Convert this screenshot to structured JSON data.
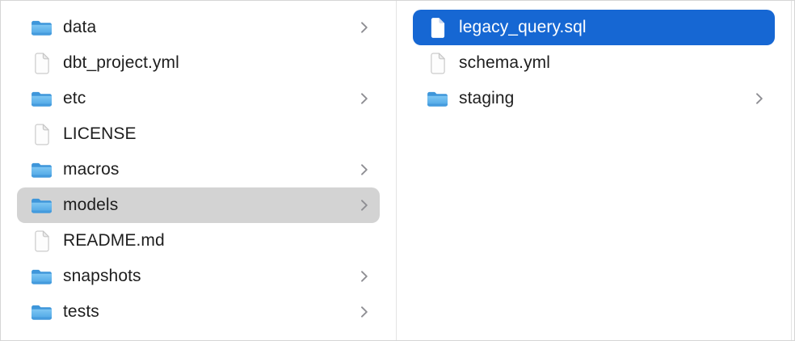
{
  "window": {
    "kind": "file-browser-column-view"
  },
  "columns": [
    {
      "name": "left-column",
      "items": [
        {
          "label": "data",
          "type": "folder",
          "chevron": true,
          "selection": null
        },
        {
          "label": "dbt_project.yml",
          "type": "file",
          "chevron": false,
          "selection": null
        },
        {
          "label": "etc",
          "type": "folder",
          "chevron": true,
          "selection": null
        },
        {
          "label": "LICENSE",
          "type": "file",
          "chevron": false,
          "selection": null
        },
        {
          "label": "macros",
          "type": "folder",
          "chevron": true,
          "selection": null
        },
        {
          "label": "models",
          "type": "folder",
          "chevron": true,
          "selection": "inactive"
        },
        {
          "label": "README.md",
          "type": "file",
          "chevron": false,
          "selection": null
        },
        {
          "label": "snapshots",
          "type": "folder",
          "chevron": true,
          "selection": null
        },
        {
          "label": "tests",
          "type": "folder",
          "chevron": true,
          "selection": null
        }
      ]
    },
    {
      "name": "right-column",
      "items": [
        {
          "label": "legacy_query.sql",
          "type": "file",
          "chevron": false,
          "selection": "active"
        },
        {
          "label": "schema.yml",
          "type": "file",
          "chevron": false,
          "selection": null
        },
        {
          "label": "staging",
          "type": "folder",
          "chevron": true,
          "selection": null
        }
      ]
    }
  ],
  "icons": {
    "folder": "folder-icon",
    "file": "document-icon",
    "chevron": "chevron-right-icon"
  },
  "colors": {
    "selection_active": "#1667d3",
    "selection_inactive": "#d3d3d3",
    "selected_text": "#ffffff",
    "text": "#1e1e1e",
    "divider": "#e4e4e4",
    "window_border": "#d5d5d5",
    "chevron": "#8e8e93",
    "folder_blue_top": "#7ec6f3",
    "folder_blue_bottom": "#4fa5e4",
    "folder_tab": "#3e96da",
    "background": "#ffffff"
  }
}
